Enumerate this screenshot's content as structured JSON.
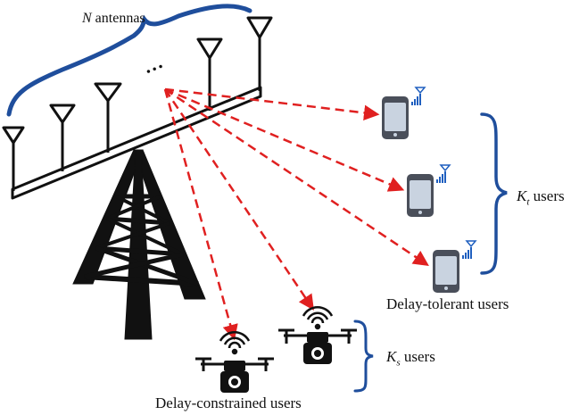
{
  "labels": {
    "antennas_sym": "N",
    "antennas_text": "antennas",
    "kt_sym": "K",
    "kt_sub": "t",
    "kt_text": "users",
    "ks_sym": "K",
    "ks_sub": "s",
    "ks_text": "users",
    "delay_tolerant": "Delay-tolerant users",
    "delay_constrained": "Delay-constrained users",
    "ellipsis": "···"
  },
  "colors": {
    "brace_blue": "#1f4e9c",
    "beam_red": "#e02020",
    "ink": "#111111",
    "phone_body": "#4a4f5a",
    "phone_screen": "#c9d3e0",
    "signal_blue": "#1f5fbf"
  },
  "icons": [
    "antenna-icon",
    "tower-icon",
    "phone-icon",
    "drone-camera-icon",
    "wifi-icon"
  ]
}
